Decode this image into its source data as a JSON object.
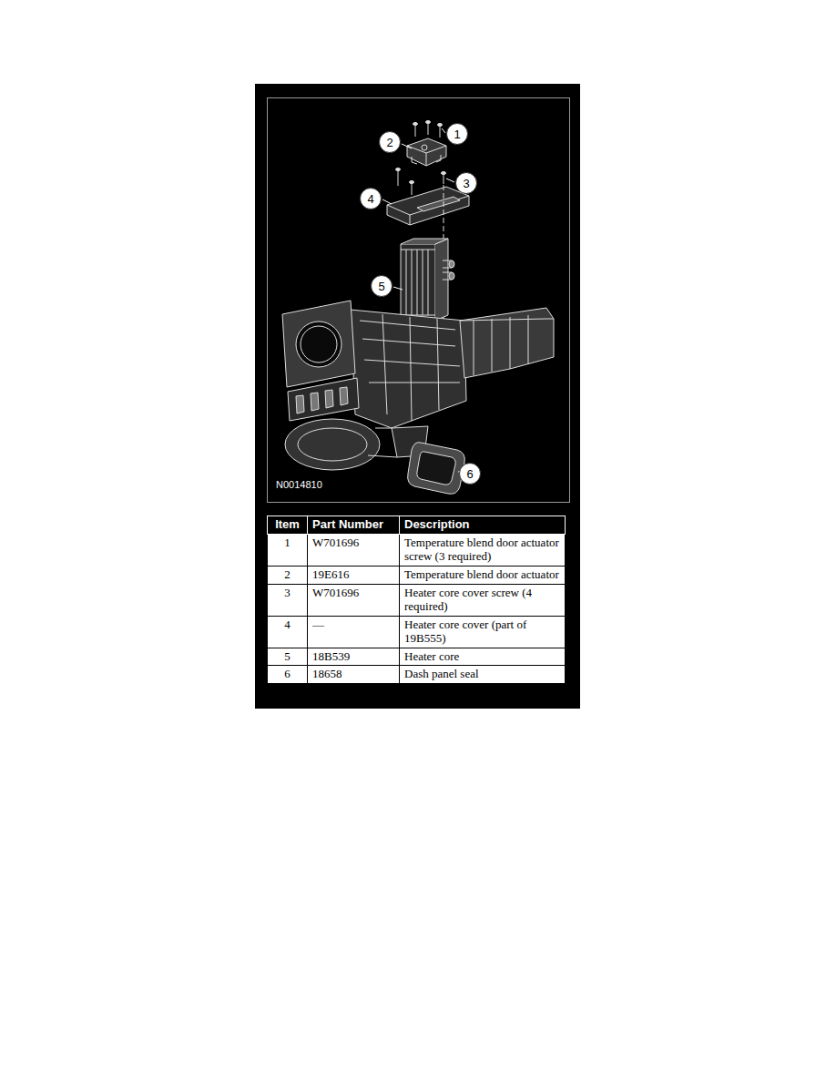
{
  "diagram": {
    "nodes": [
      {
        "text": [
          "1"
        ]
      },
      {
        "text": [
          "2"
        ]
      },
      {
        "text": [
          "3"
        ]
      },
      {
        "text": [
          "4"
        ]
      },
      {
        "text": [
          "5"
        ]
      },
      {
        "text": [
          "6"
        ]
      }
    ],
    "labels": [
      "N0014810",
      "Item",
      "Part Number",
      "Description",
      "1",
      "W701696",
      "Temperature blend door actuator screw (3 required)",
      "2",
      "19E616",
      "Temperature blend door actuator",
      "3",
      "W701696",
      "Heater core cover screw (4 required)",
      "4",
      "—",
      "Heater core cover (part of 19B555)",
      "5",
      "18B539",
      "Heater core",
      "6",
      "18658",
      "Dash panel seal"
    ]
  }
}
